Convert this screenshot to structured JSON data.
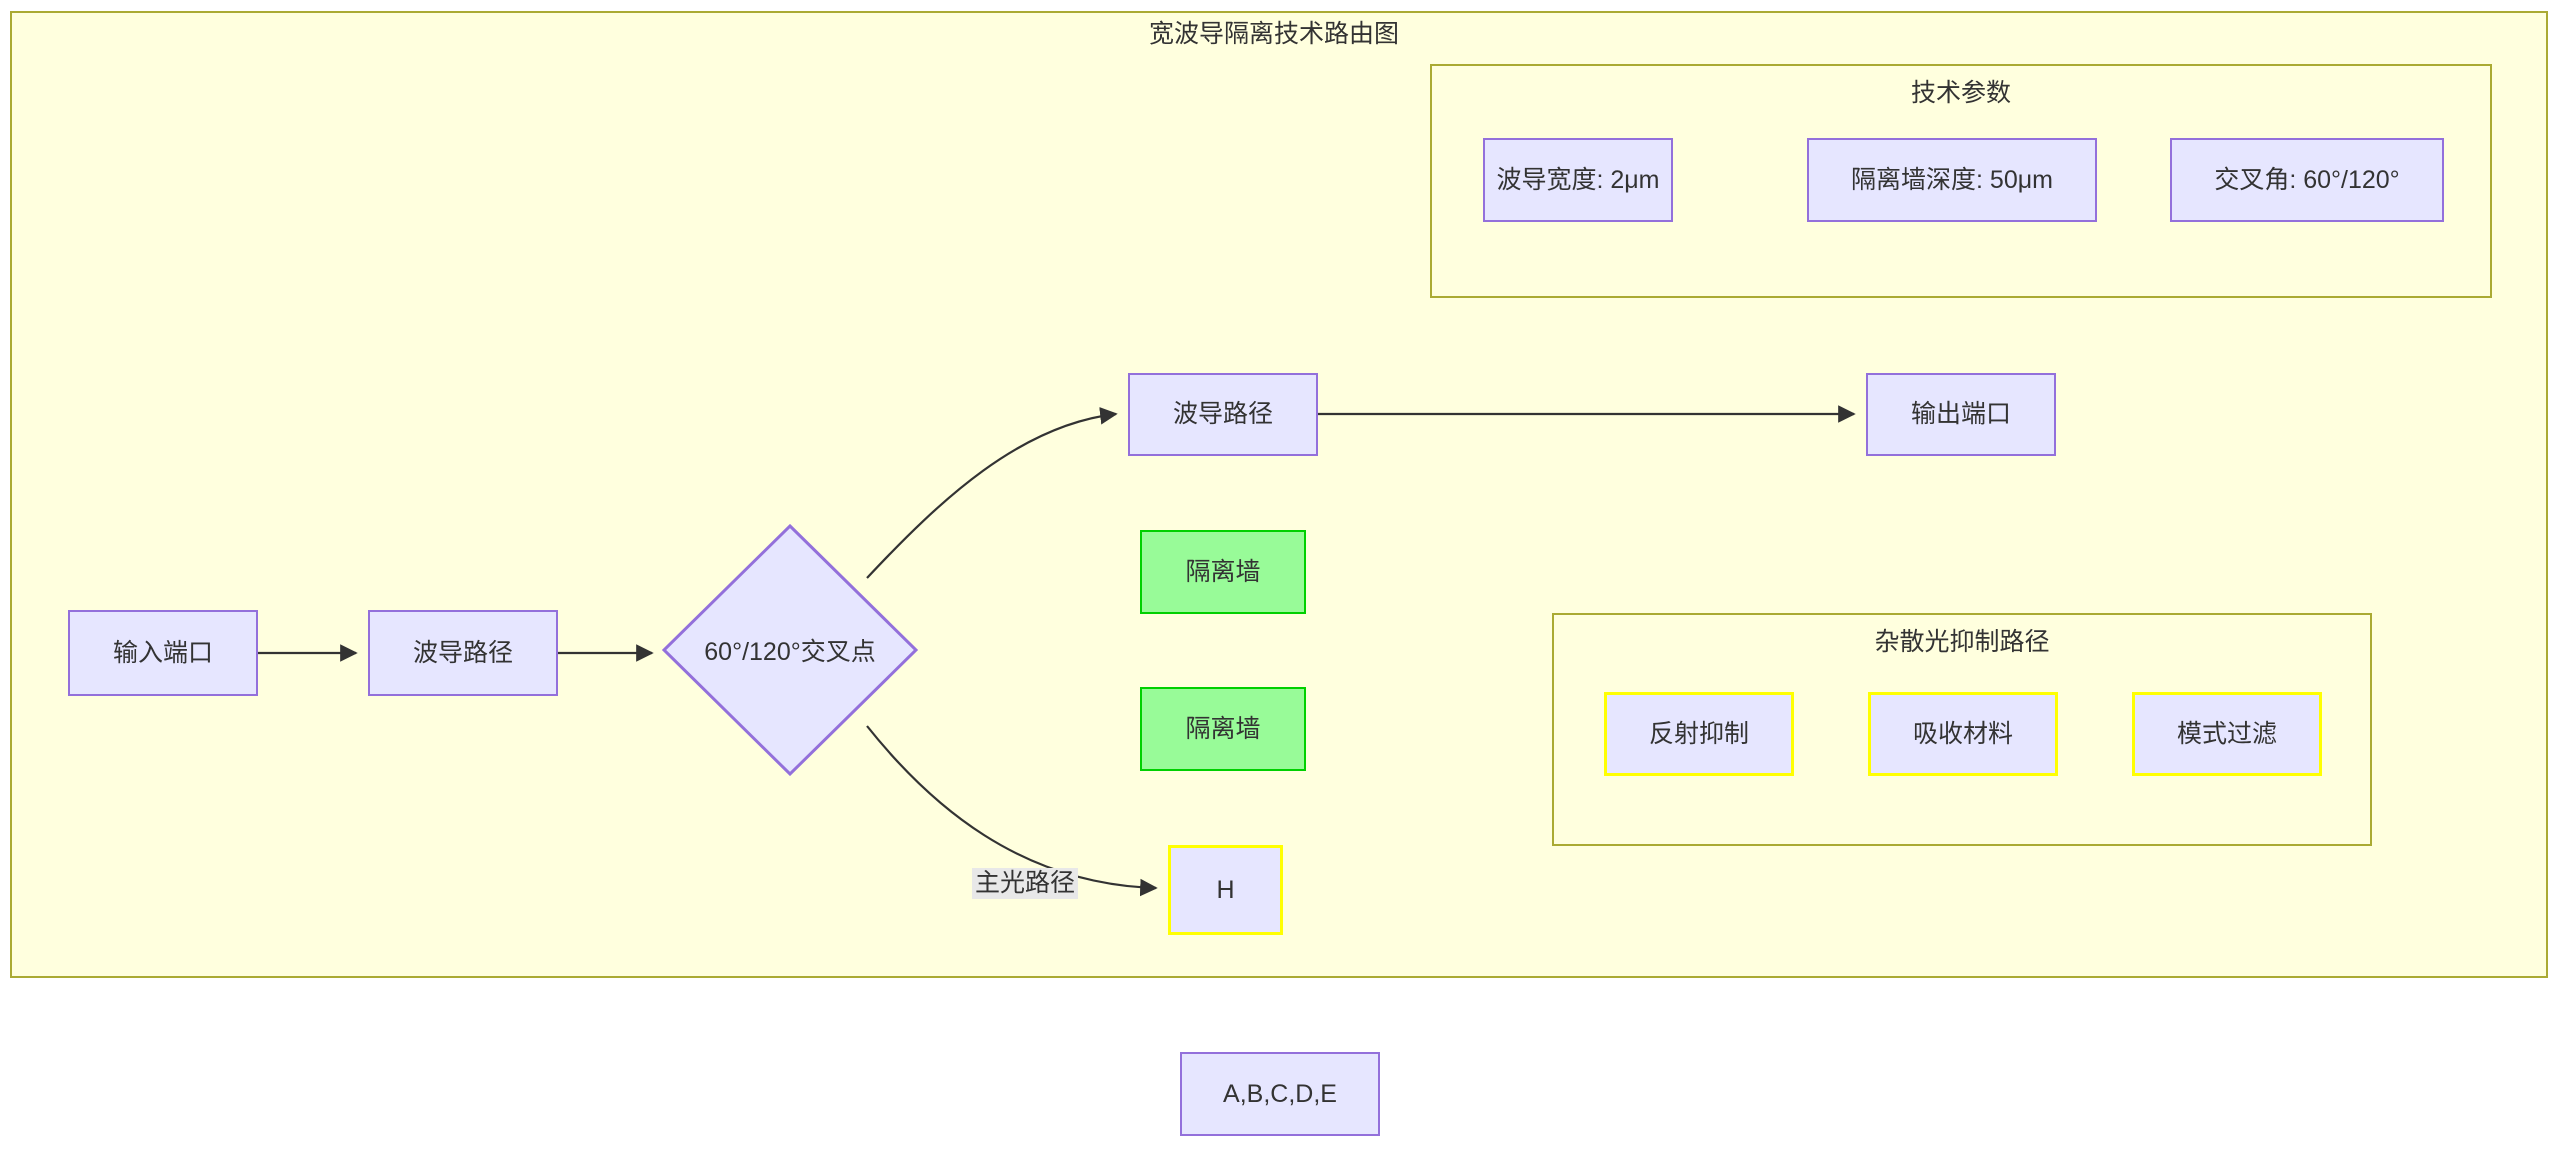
{
  "diagram": {
    "title": "宽波导隔离技术路由图",
    "colors": {
      "cluster_fill": "#ffffde",
      "cluster_border": "#aaaa33",
      "node_fill": "#e6e6ff",
      "node_border": "#9370db",
      "green_fill": "#98fb98",
      "green_border": "#00d000",
      "yellow_border": "#ffff00",
      "edge_stroke": "#333333",
      "text": "#333333",
      "page_bg": "#ffffff"
    }
  },
  "clusters": {
    "tech_params": {
      "label": "技术参数",
      "items": [
        {
          "label": "波导宽度: 2μm"
        },
        {
          "label": "隔离墙深度: 50μm"
        },
        {
          "label": "交叉角: 60°/120°"
        }
      ]
    },
    "stray_light": {
      "label": "杂散光抑制路径",
      "items": [
        {
          "label": "反射抑制"
        },
        {
          "label": "吸收材料"
        },
        {
          "label": "模式过滤"
        }
      ]
    }
  },
  "nodes": {
    "input_port": {
      "label": "输入端口"
    },
    "waveguide_path_main": {
      "label": "波导路径"
    },
    "crossing_point": {
      "label": "60°/120°交叉点"
    },
    "waveguide_path_upper": {
      "label": "波导路径"
    },
    "output_port": {
      "label": "输出端口"
    },
    "isolation_wall_1": {
      "label": "隔离墙"
    },
    "isolation_wall_2": {
      "label": "隔离墙"
    },
    "h_node": {
      "label": "H"
    },
    "legend_node": {
      "label": "A,B,C,D,E"
    }
  },
  "edges": {
    "main_light_path_label": "主光路径"
  }
}
